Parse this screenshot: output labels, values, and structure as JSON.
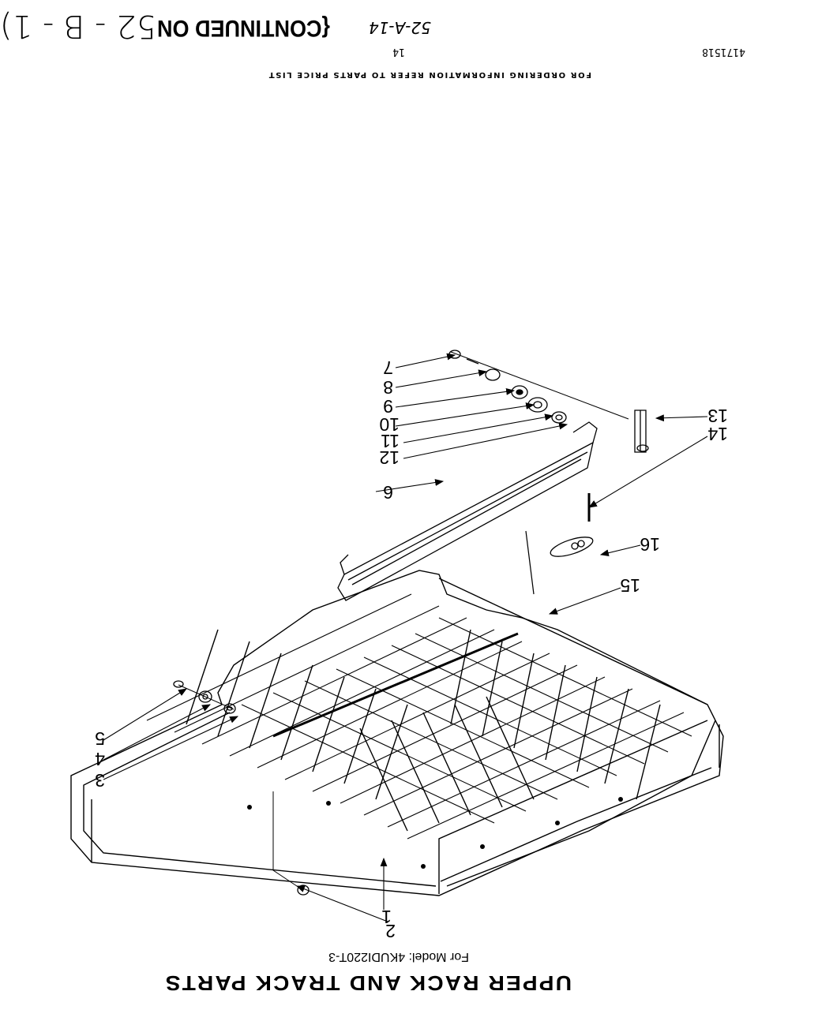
{
  "document": {
    "orientation": "rotated 180 degrees",
    "title": "UPPER RACK AND TRACK PARTS",
    "model_line": "For Model: 4KUDI220T-3",
    "footer_note": "FOR ORDERING INFORMATION REFER TO PARTS PRICE LIST",
    "page_number": "14",
    "doc_number": "4171518",
    "handwritten_ref": "52-A-14",
    "continued_label": "{CONTINUED ON",
    "continued_ref": "52 - B - 1)"
  },
  "callouts": [
    {
      "id": "1",
      "label": "1"
    },
    {
      "id": "2",
      "label": "2"
    },
    {
      "id": "3",
      "label": "3"
    },
    {
      "id": "4",
      "label": "4"
    },
    {
      "id": "5",
      "label": "5"
    },
    {
      "id": "6",
      "label": "6"
    },
    {
      "id": "7",
      "label": "7"
    },
    {
      "id": "8",
      "label": "8"
    },
    {
      "id": "9",
      "label": "9"
    },
    {
      "id": "10",
      "label": "10"
    },
    {
      "id": "11",
      "label": "11"
    },
    {
      "id": "12",
      "label": "12"
    },
    {
      "id": "13",
      "label": "13"
    },
    {
      "id": "14",
      "label": "14"
    },
    {
      "id": "15",
      "label": "15"
    },
    {
      "id": "16",
      "label": "16"
    }
  ],
  "colors": {
    "ink": "#000000",
    "paper": "#ffffff"
  }
}
